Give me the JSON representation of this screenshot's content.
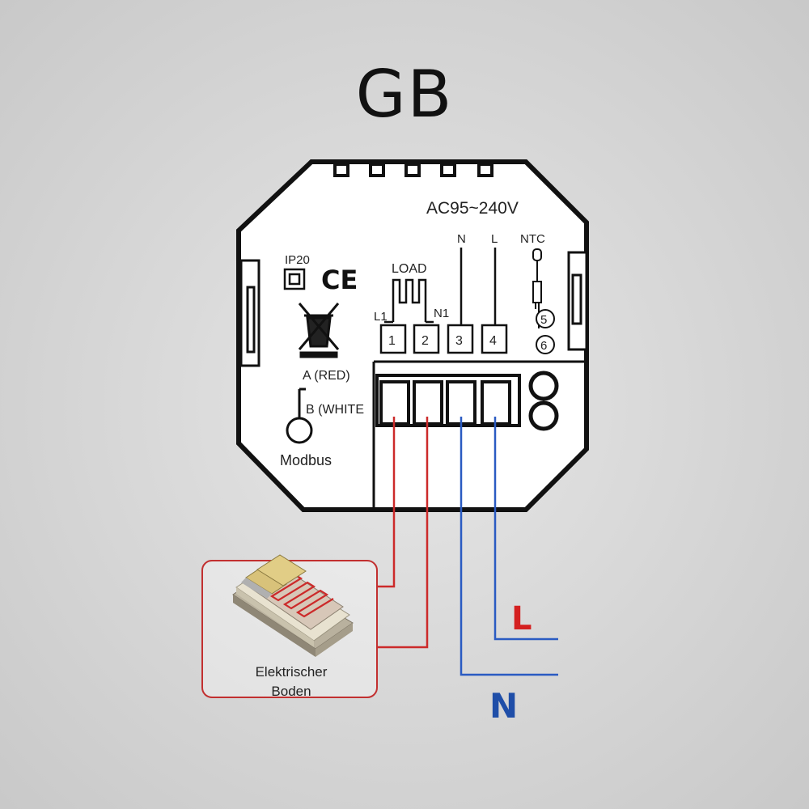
{
  "title": "GB",
  "device": {
    "voltage": "AC95~240V",
    "ip_rating": "IP20",
    "ce_mark": "CE",
    "load_label": "LOAD",
    "l1_label": "L1",
    "n1_label": "N1",
    "n_top_label": "N",
    "l_top_label": "L",
    "ntc_label": "NTC",
    "terminals": [
      "1",
      "2",
      "3",
      "4"
    ],
    "ntc_terminals": [
      "5",
      "6"
    ],
    "modbus_a": "A (RED)",
    "modbus_b": "B (WHITE",
    "modbus_label": "Modbus"
  },
  "floor_box": {
    "line1": "Elektrischer",
    "line2": "Boden"
  },
  "supply": {
    "L": "L",
    "N": "N"
  },
  "colors": {
    "live_wire": "#cc2a2a",
    "neutral_wire": "#2a5bc2",
    "L_label": "#d42020",
    "N_label": "#1f4ea8",
    "outline": "#111111"
  }
}
